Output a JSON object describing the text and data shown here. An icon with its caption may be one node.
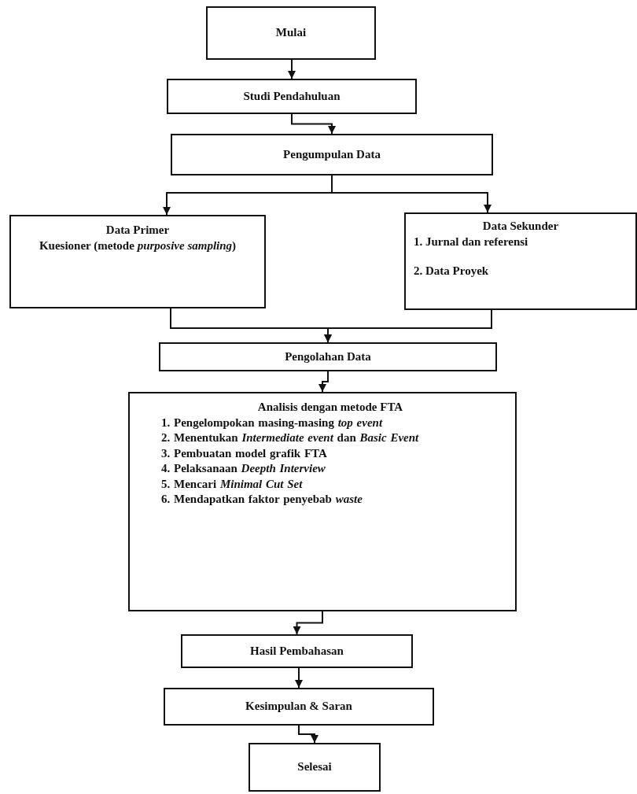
{
  "diagram": {
    "nodes": [
      {
        "text": [
          "Mulai"
        ]
      },
      {
        "text": [
          "Studi Pendahuluan"
        ]
      },
      {
        "text": [
          "Pengumpulan Data"
        ]
      },
      {
        "text": [
          "Data Primer",
          "Kuesioner (metode *purposive sampling*)"
        ]
      },
      {
        "text": [
          "Data Sekunder",
          "1. Jurnal dan referensi",
          "2. Data Proyek"
        ]
      },
      {
        "text": [
          "Pengolahan Data"
        ]
      },
      {
        "text": [
          "Analisis dengan metode FTA",
          "1. Pengelompokan masing-masing *top event*",
          "2. Menentukan *Intermediate event* dan *Basic Event*",
          "3. Pembuatan model grafik FTA",
          "4. Pelaksanaan *Deepth Interview*",
          "5. Mencari *Minimal Cut Set*",
          "6. Mendapatkan faktor penyebab *waste*"
        ]
      },
      {
        "text": [
          "Hasil Pembahasan"
        ]
      },
      {
        "text": [
          "Kesimpulan & Saran"
        ]
      },
      {
        "text": [
          "Selesai"
        ]
      }
    ],
    "edges": [
      {
        "from": 0,
        "to": 1,
        "arrow": "to"
      },
      {
        "from": 1,
        "to": 2,
        "arrow": "to"
      },
      {
        "from": 2,
        "to": 3,
        "arrow": "to"
      },
      {
        "from": 2,
        "to": 4,
        "arrow": "to"
      },
      {
        "from": 3,
        "to": 5,
        "arrow": "to"
      },
      {
        "from": 4,
        "to": 5,
        "arrow": "to"
      },
      {
        "from": 5,
        "to": 6,
        "arrow": "to"
      },
      {
        "from": 6,
        "to": 7,
        "arrow": "to"
      },
      {
        "from": 7,
        "to": 8,
        "arrow": "to"
      },
      {
        "from": 8,
        "to": 9,
        "arrow": "to"
      }
    ]
  }
}
